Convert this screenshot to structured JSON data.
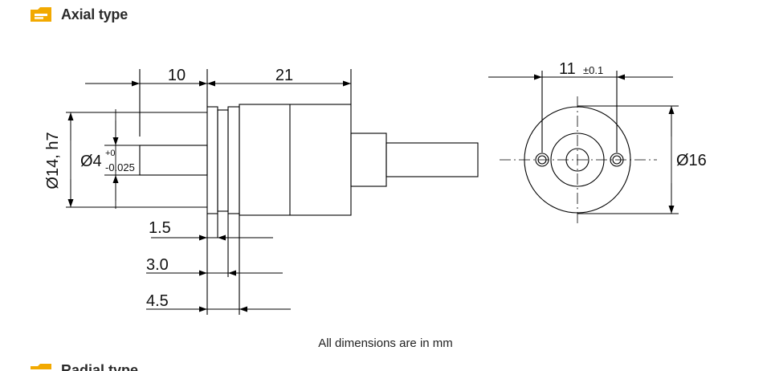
{
  "section": {
    "title": "Axial type",
    "icon": "folder-tab-icon",
    "accent_color": "#f2a900"
  },
  "side_view": {
    "dim_shaft_length": "10",
    "dim_body_length": "21",
    "dim_body_diameter": "Ø14, h7",
    "dim_shaft_diameter": "Ø4",
    "dim_shaft_tol_upper": "+0",
    "dim_shaft_tol_lower": "-0.025",
    "dim_flange_1": "1.5",
    "dim_flange_2": "3.0",
    "dim_flange_3": "4.5"
  },
  "front_view": {
    "dim_hole_spacing": "11",
    "dim_hole_spacing_tol": "±0.1",
    "dim_outer_diameter": "Ø16"
  },
  "footer": {
    "note": "All dimensions are in mm"
  },
  "next_section": {
    "title": "Radial type"
  }
}
